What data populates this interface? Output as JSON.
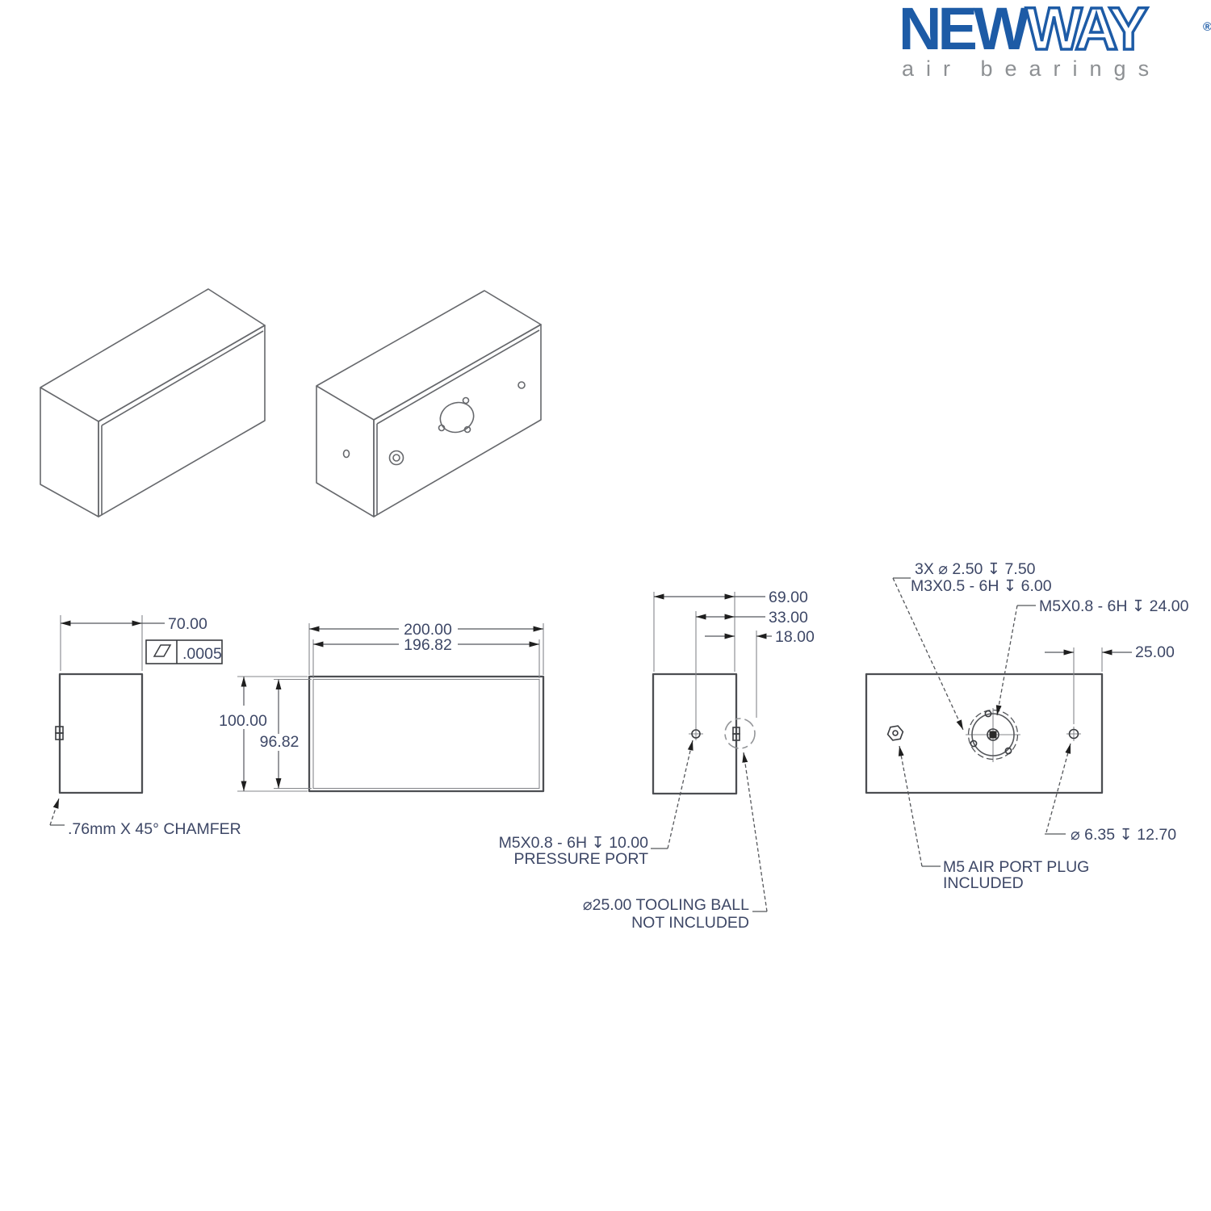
{
  "logo": {
    "word_solid": "NEW",
    "word_outline": "WAY",
    "registered_mark": "®",
    "tagline": "air bearings",
    "brand_blue": "#1d5ba6",
    "tagline_gray": "#8d9093"
  },
  "drawing": {
    "line_color": "#4c4e52",
    "text_color": "#3d4766",
    "front_end_view": {
      "width": "70.00",
      "flatness_tolerance": ".0005",
      "chamfer_note": ".76mm X 45° CHAMFER"
    },
    "front_view": {
      "body_width": "200.00",
      "face_width": "196.82",
      "body_height": "100.00",
      "face_height": "96.82"
    },
    "side_view": {
      "depth": "69.00",
      "port_offset": "33.00",
      "ball_offset": "18.00",
      "pressure_port_callout_line1": "M5X0.8 - 6H ↧ 10.00",
      "pressure_port_callout_line2": "PRESSURE PORT",
      "tooling_ball_callout_line1": "⌀25.00 TOOLING BALL",
      "tooling_ball_callout_line2": "NOT INCLUDED"
    },
    "back_view": {
      "mounting_holes_callout_line1": "3X ⌀ 2.50 ↧ 7.50",
      "mounting_holes_callout_line2": "M3X0.5 - 6H ↧ 6.00",
      "air_port_callout": "M5X0.8 - 6H ↧ 24.00",
      "hole_edge_offset": "25.00",
      "side_hole_callout": "⌀ 6.35 ↧ 12.70",
      "plug_note_line1": "M5 AIR PORT PLUG",
      "plug_note_line2": "INCLUDED"
    }
  }
}
